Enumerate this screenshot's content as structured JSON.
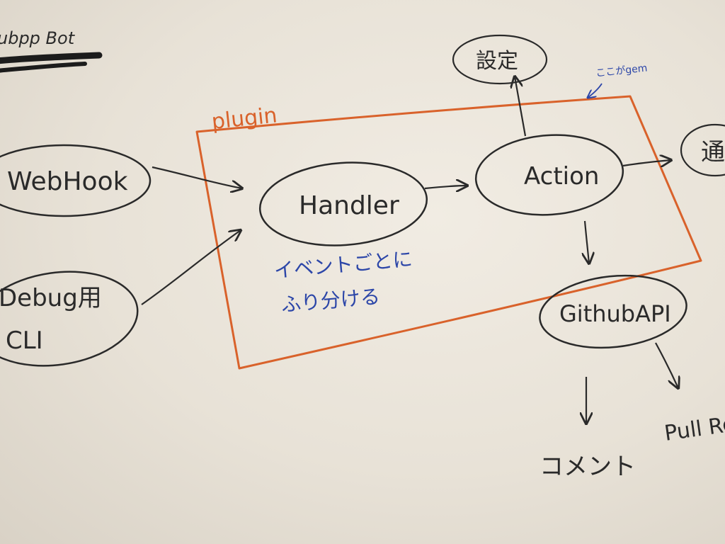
{
  "title": "ubpp Bot",
  "colors": {
    "ink": "#2a2a2a",
    "plugin": "#d9622b",
    "note": "#2c46a8"
  },
  "plugin": {
    "label": "plugin"
  },
  "nodes": {
    "webhook": "WebHook",
    "debug_line1": "Debug用",
    "debug_line2": "CLI",
    "handler": "Handler",
    "action": "Action",
    "settings": "設定",
    "notify": "通",
    "github_api": "GithubAPI",
    "comment": "コメント",
    "pull_request": "Pull Re"
  },
  "notes": {
    "handler_line1": "イベントごとに",
    "handler_line2": "ふり分ける",
    "top_right": "ここがgem"
  }
}
